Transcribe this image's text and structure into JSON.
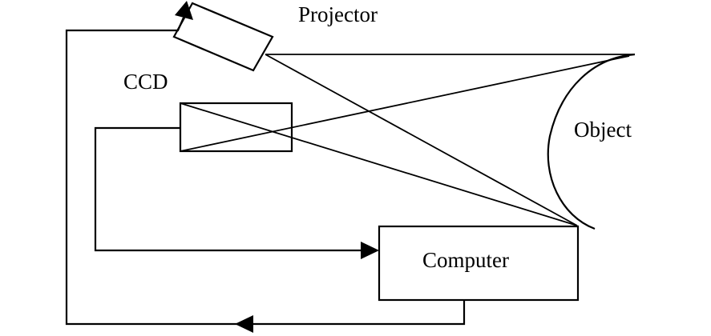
{
  "diagram": {
    "type": "block-diagram",
    "title": "",
    "labels": {
      "projector": "Projector",
      "ccd": "CCD",
      "object": "Object",
      "computer": "Computer"
    },
    "nodes": [
      {
        "id": "projector",
        "label": "Projector",
        "shape": "rotated-rectangle"
      },
      {
        "id": "ccd",
        "label": "CCD",
        "shape": "rectangle-with-diagonals"
      },
      {
        "id": "object",
        "label": "Object",
        "shape": "curved-surface"
      },
      {
        "id": "computer",
        "label": "Computer",
        "shape": "rectangle"
      }
    ],
    "edges": [
      {
        "from": "ccd",
        "to": "computer",
        "kind": "signal-arrow"
      },
      {
        "from": "computer",
        "to": "projector",
        "kind": "signal-arrow"
      },
      {
        "from": "projector",
        "to": "object",
        "kind": "light-ray"
      },
      {
        "from": "object",
        "to": "ccd",
        "kind": "light-ray"
      }
    ],
    "colors": {
      "stroke": "#000000",
      "background": "#ffffff"
    }
  }
}
